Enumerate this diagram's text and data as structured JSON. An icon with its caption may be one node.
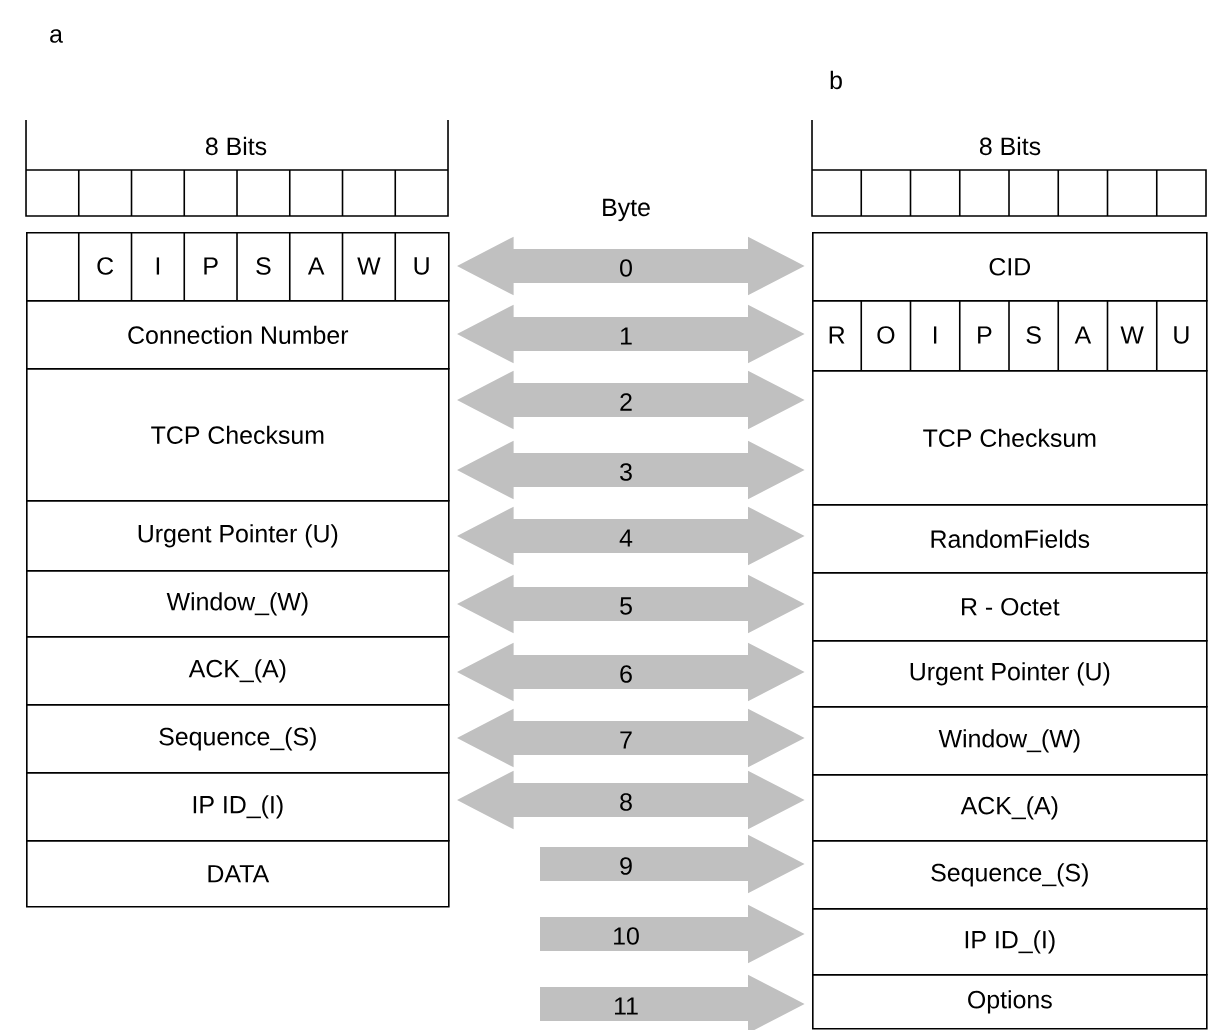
{
  "diagram": {
    "nodes": [
      {
        "text": [
          "C",
          "I",
          "P",
          "S",
          "A",
          "W",
          "U"
        ]
      },
      {
        "text": [
          "Connection Number"
        ]
      },
      {
        "text": [
          "TCP Checksum"
        ]
      },
      {
        "text": [
          "Urgent Pointer (U)"
        ]
      },
      {
        "text": [
          "Window_(W)"
        ]
      },
      {
        "text": [
          "ACK_(A)"
        ]
      },
      {
        "text": [
          "Sequence_(S)"
        ]
      },
      {
        "text": [
          "IP ID_(I)"
        ]
      },
      {
        "text": [
          "DATA"
        ]
      },
      {
        "text": [
          "CID"
        ]
      },
      {
        "text": [
          "R",
          "O",
          "I",
          "P",
          "S",
          "A",
          "W",
          "U"
        ]
      },
      {
        "text": [
          "TCP Checksum"
        ]
      },
      {
        "text": [
          "RandomFields"
        ]
      },
      {
        "text": [
          "R - Octet"
        ]
      },
      {
        "text": [
          "Urgent Pointer (U)"
        ]
      },
      {
        "text": [
          "Window_(W)"
        ]
      },
      {
        "text": [
          "ACK_(A)"
        ]
      },
      {
        "text": [
          "Sequence_(S)"
        ]
      },
      {
        "text": [
          "IP ID_(I)"
        ]
      },
      {
        "text": [
          "Options"
        ]
      }
    ],
    "edges": [
      {
        "from": 0,
        "to": 9,
        "arrow": "both",
        "label": "0"
      },
      {
        "from": 1,
        "to": 10,
        "arrow": "both",
        "label": "1"
      },
      {
        "from": 2,
        "to": 11,
        "arrow": "both",
        "label": "2"
      },
      {
        "from": 2,
        "to": 11,
        "arrow": "both",
        "label": "3"
      },
      {
        "from": 3,
        "to": 12,
        "arrow": "both",
        "label": "4"
      },
      {
        "from": 4,
        "to": 13,
        "arrow": "both",
        "label": "5"
      },
      {
        "from": 5,
        "to": 14,
        "arrow": "both",
        "label": "6"
      },
      {
        "from": 6,
        "to": 15,
        "arrow": "both",
        "label": "7"
      },
      {
        "from": 7,
        "to": 16,
        "arrow": "both",
        "label": "8"
      },
      {
        "from": null,
        "to": 17,
        "arrow": "to",
        "label": "9"
      },
      {
        "from": null,
        "to": 18,
        "arrow": "to",
        "label": "10"
      },
      {
        "from": null,
        "to": 19,
        "arrow": "to",
        "label": "11"
      }
    ],
    "labels": [
      "a",
      "b",
      "8 Bits",
      "Byte",
      "8 Bits"
    ]
  }
}
